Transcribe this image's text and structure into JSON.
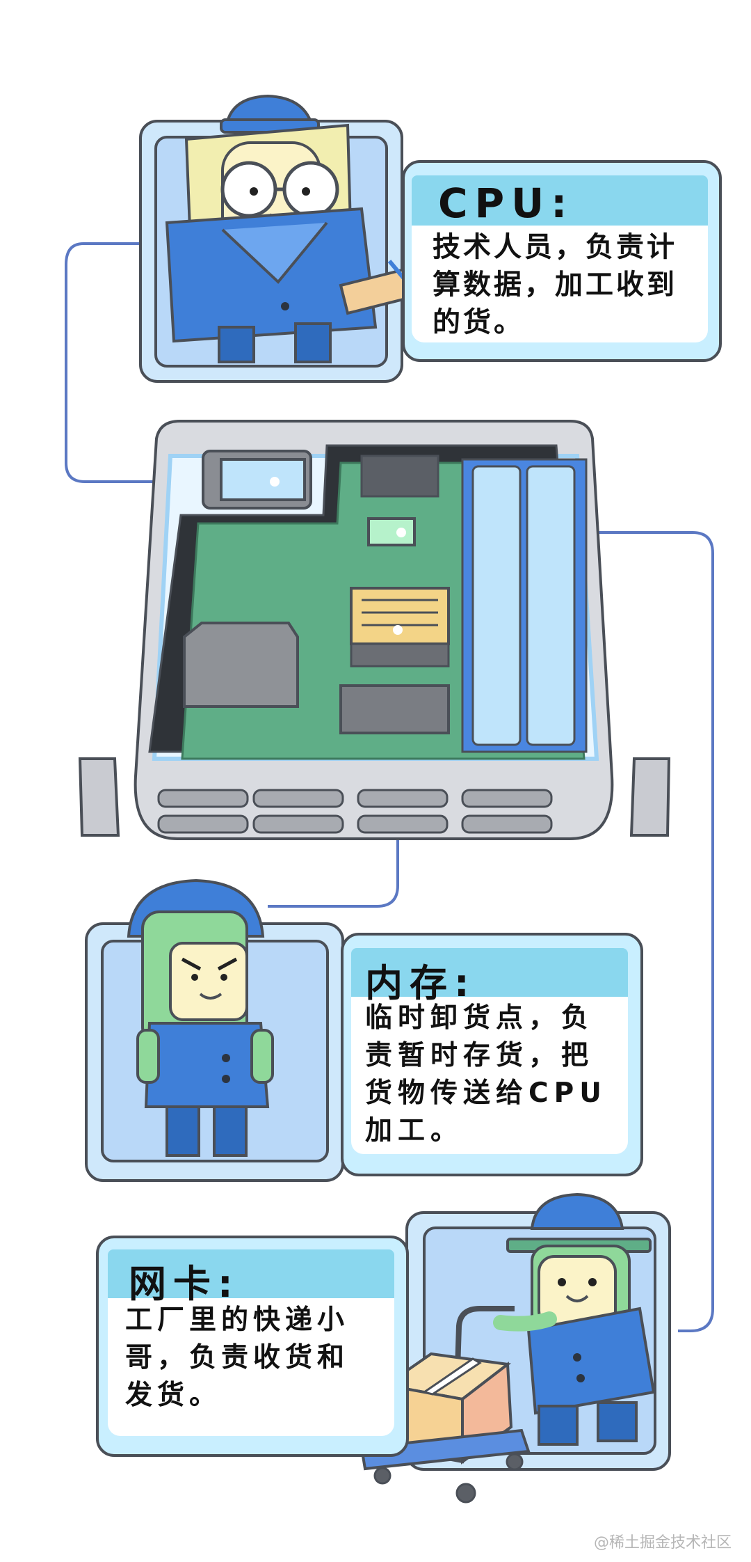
{
  "cpu": {
    "title": "CPU:",
    "description": "技术人员，负责计\n算数据，加工收到\n的货。"
  },
  "memory": {
    "title": "内存:",
    "description": "临时卸货点，负\n责暂时存货，把\n货物传送给CPU\n加工。"
  },
  "nic": {
    "title": "网卡:",
    "description": "工厂里的快递小\n哥，负责收货和\n发货。"
  },
  "watermark": "@稀土掘金技术社区",
  "colors": {
    "outline": "#4a4f57",
    "card_fill": "#c9efff",
    "title_band": "#8ad7ee",
    "worker_blue": "#3f7fd8",
    "board_green": "#5fae87",
    "connector_line": "#5b78c3"
  }
}
